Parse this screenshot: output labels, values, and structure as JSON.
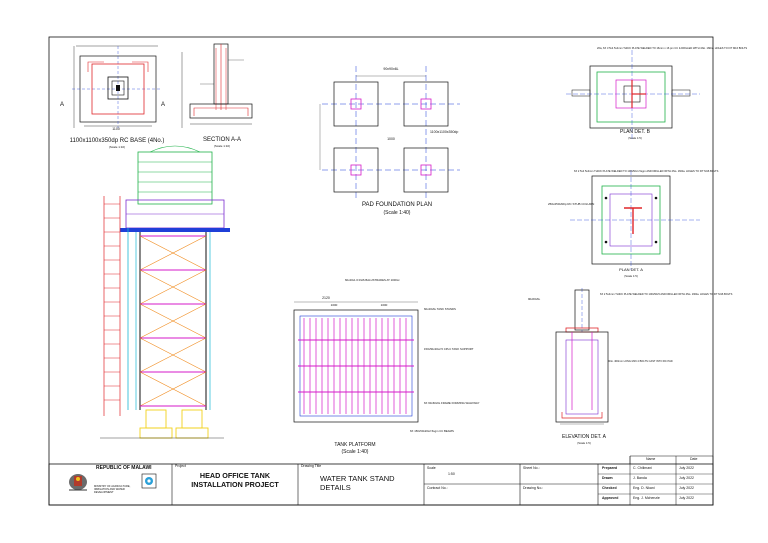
{
  "colors": {
    "red": "#e0262a",
    "blue": "#1f3fd8",
    "magenta": "#d619c8",
    "green": "#20b24a",
    "cyan": "#19b7d6",
    "purple": "#7a2bd0",
    "yellow": "#f2d21a",
    "orange": "#f08a1c",
    "line": "#111111"
  },
  "views": {
    "rc_base": {
      "title": "1100x1100x350dp RC BASE (4No.)",
      "scale": "(Scale 1:10)",
      "dim": "1100"
    },
    "section_aa": {
      "title": "SECTION A-A",
      "scale": "(Scale 1:10)"
    },
    "pad_plan": {
      "title": "PAD FOUNDATION PLAN",
      "scale": "(Scale 1:40)",
      "dim_top": "90x90x6L",
      "dim_mid": "1000",
      "dim_right": "1100x1100x350dp"
    },
    "plan_det_b": {
      "title": "PLAN DET. B",
      "scale": "(Scale 1:5)",
      "note": "20w, 6X 3 5x4 5x4mm THICK PLATE WELDED TO 16mm x 16 pm CC & DRILLED WITH 4No. 16Dia. HOLES TO FIT M16 BOLTS"
    },
    "plan_det_a": {
      "title": "PLAN DET. A",
      "scale": "(Scale 1:5)",
      "note": "6X 2 5x4 5x4mm THICK PLATE WELDED TO 100x50x1.5sgm AND DRILLED WITH 4No. 16Dia. HOLES TO FIT M16 BOLTS",
      "col": "250x250x6Dp RC STUB COLUMN"
    },
    "platform": {
      "title": "TANK PLATFORM",
      "scale": "(Scale 1:40)",
      "dim_top": "2120",
      "dim_a": "1000",
      "dim_b": "1000",
      "note_top": "60x40x1.6 RHS BALUSTRADES AT 1000cc",
      "note_stands": "60x40x6L TANK STANDS",
      "note_mid": "150x50x20x2.5 CPLC TANK SUPPORT",
      "note_frame": "6X 60x60x6L FRAME FORMING WALKWAY",
      "note_beams": "6X 150x50x20x2.5sgm CC BEAMS"
    },
    "elevation_det_a": {
      "title": "ELEVATION DET. A",
      "scale": "(Scale 1:5)",
      "note": "6X 2 5x4mm THICK PLATE WELDED TO 100x50x5 AND DRILLED WITH 4No. 16Dia. HOLES TO FIT M16 BOLTS",
      "note_left": "90x60x6L",
      "note_bolts": "4No. 400mm LONG M16 4 BOLTS CAST INTO RC PAD"
    }
  },
  "title_block": {
    "authority": "REPUBLIC OF MALAWI",
    "ministry": "MINISTRY OF AGRICULTURE, IRRIGATION AND WATER DEVELOPMENT",
    "project_label": "Project",
    "project": "HEAD OFFICE TANK INSTALLATION PROJECT",
    "drawing_title_label": "Drawing Title",
    "drawing_title": "WATER TANK STAND DETAILS",
    "scale_label": "Scale",
    "scale": "1:50",
    "contract_label": "Contract No.:",
    "sheet_label": "Sheet No.:",
    "drawing_label": "Drawing No.:",
    "table_headers": [
      "Name",
      "Date"
    ],
    "rows": [
      {
        "role": "Prepared",
        "name": "C. Chilimani",
        "date": "July 2022"
      },
      {
        "role": "Drawn",
        "name": "J. Banda",
        "date": "July 2022"
      },
      {
        "role": "Checked",
        "name": "Eng. D. Nkani",
        "date": "July 2022"
      },
      {
        "role": "Approved",
        "name": "Eng. J. Mchenzie",
        "date": "July 2022"
      }
    ]
  }
}
